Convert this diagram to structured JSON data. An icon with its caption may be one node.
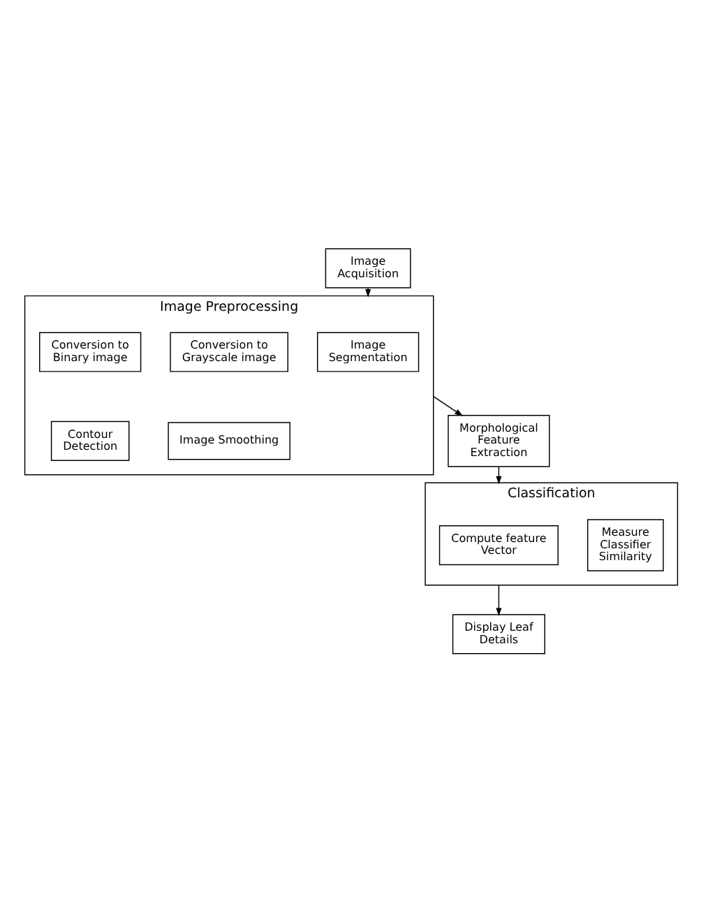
{
  "diagram": {
    "nodes": [
      {
        "text": [
          "Image Acquisition"
        ]
      },
      {
        "text": [
          "Image Preprocessing"
        ]
      },
      {
        "text": [
          "Conversion to Grayscale image"
        ],
        "in": 1
      },
      {
        "text": [
          "Conversion to Binary image"
        ],
        "in": 1
      },
      {
        "text": [
          "Image Segmentation"
        ],
        "in": 1
      },
      {
        "text": [
          "Image Smoothing"
        ],
        "in": 1
      },
      {
        "text": [
          "Contour Detection"
        ],
        "in": 1
      },
      {
        "text": [
          "Classification"
        ]
      },
      {
        "text": [
          "Measure Classifier Similarity"
        ],
        "in": 7
      },
      {
        "text": [
          "Compute feature Vector"
        ],
        "in": 7
      },
      {
        "text": [
          "Morphological Feature Extraction"
        ]
      },
      {
        "text": [
          "Display Leaf Details"
        ]
      }
    ],
    "edges": [
      {
        "from": 0,
        "to": 1,
        "arrow": "to"
      },
      {
        "from": 1,
        "to": 10,
        "arrow": "to"
      },
      {
        "from": 10,
        "to": 7,
        "arrow": "to"
      },
      {
        "from": 7,
        "to": 11,
        "arrow": "to"
      }
    ]
  }
}
